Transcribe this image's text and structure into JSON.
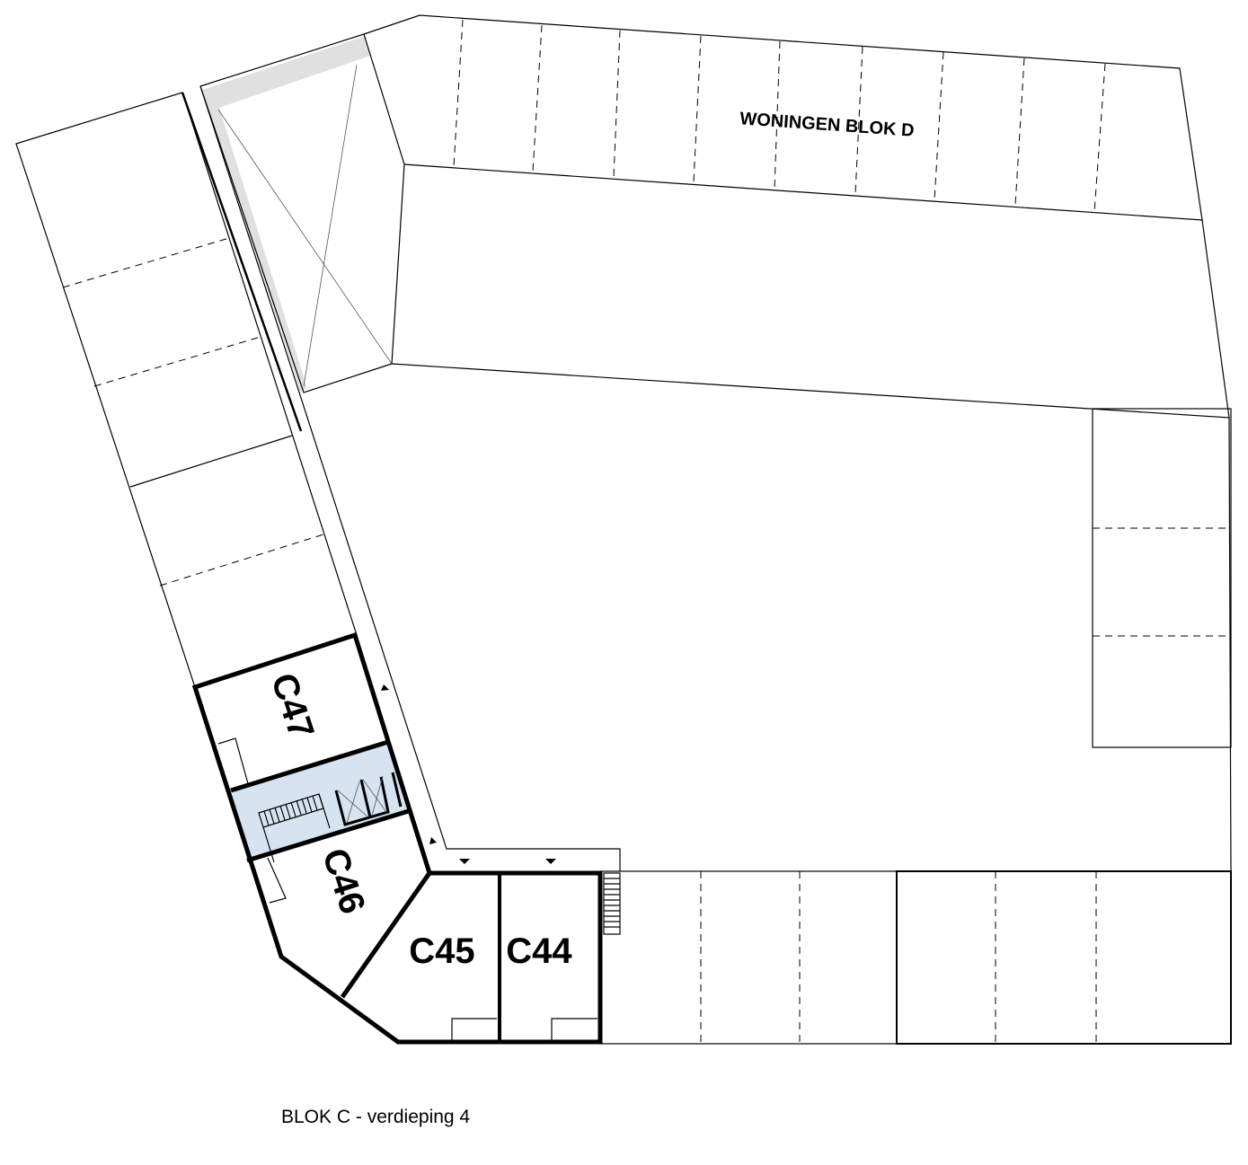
{
  "plan": {
    "block_d_label": "WONINGEN BLOK D",
    "caption": "BLOK C - verdieping 4",
    "units": [
      {
        "id": "C47"
      },
      {
        "id": "C46"
      },
      {
        "id": "C45"
      },
      {
        "id": "C44"
      }
    ],
    "colors": {
      "stairwell": "#d6e3f0",
      "void_band": "#e0e0e0",
      "walls": "#000000"
    }
  }
}
